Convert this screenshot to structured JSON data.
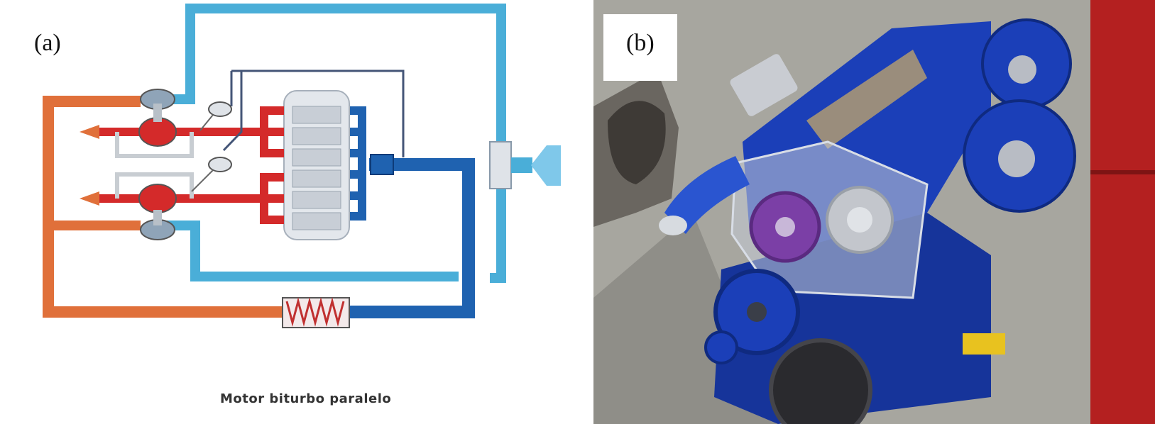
{
  "panel_a": {
    "label": "(a)",
    "caption": "Motor biturbo paralelo",
    "colors": {
      "exhaust_hot": "#d42a2a",
      "exhaust_pipe": "#e0703a",
      "intake_cold": "#4aaed8",
      "intake_charged": "#1f62b0",
      "engine_block": "#e3e7ec",
      "wastegate_line": "#445577"
    }
  },
  "panel_b": {
    "label": "(b)",
    "colors": {
      "engine_blue": "#1b3fb8",
      "valve_cover_plate": "#9a8d7c",
      "cam_gear": "#7b3fa6",
      "floor": "#a7a69f",
      "toolbox": "#b42020"
    }
  }
}
